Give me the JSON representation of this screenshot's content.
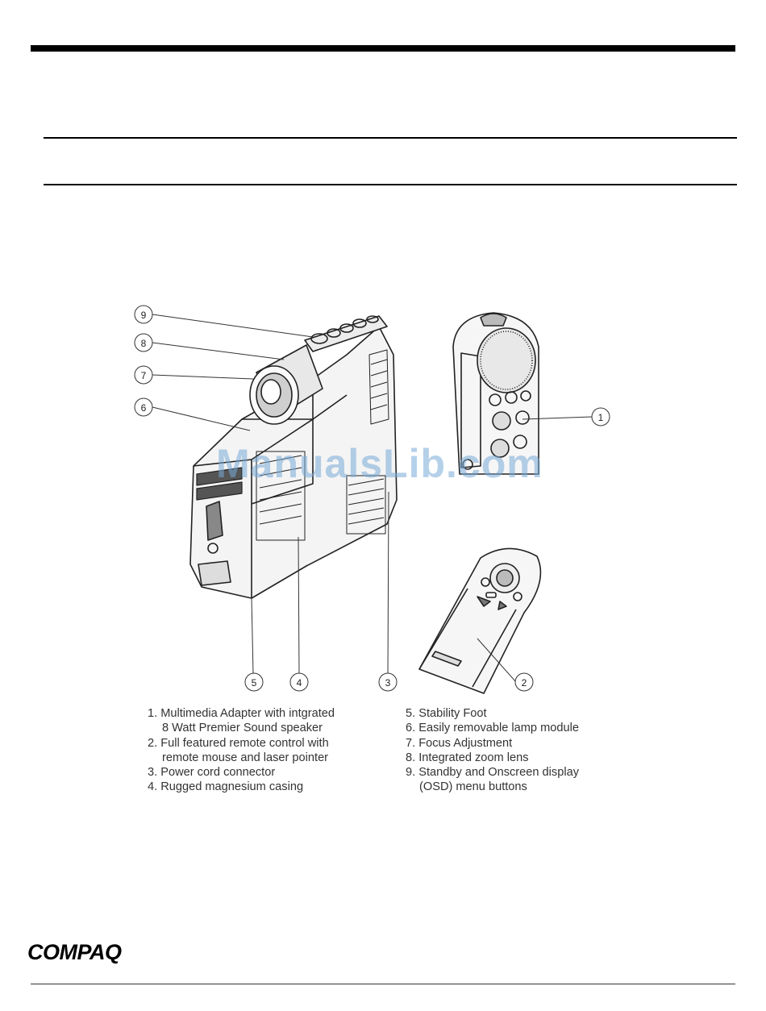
{
  "header": {},
  "figure": {
    "callouts": [
      "1",
      "2",
      "3",
      "4",
      "5",
      "6",
      "7",
      "8",
      "9"
    ],
    "watermark": "ManualsLib.com"
  },
  "legend": {
    "left": [
      "1. Multimedia Adapter with intgrated",
      "8 Watt Premier Sound speaker",
      "2. Full featured remote control with",
      "remote mouse and laser pointer",
      "3. Power cord connector",
      "4. Rugged magnesium casing"
    ],
    "right": [
      "5. Stability Foot",
      "6. Easily removable lamp module",
      "7. Focus Adjustment",
      "8. Integrated zoom lens",
      "9. Standby and Onscreen display",
      "(OSD) menu buttons"
    ]
  },
  "footer": {
    "logo": "COMPAQ"
  }
}
